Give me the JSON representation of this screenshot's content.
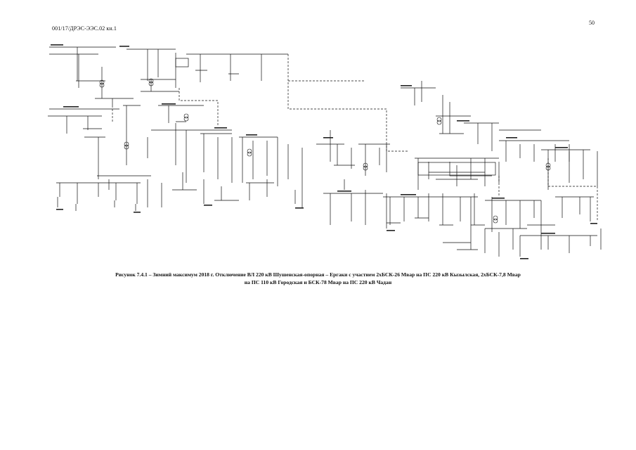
{
  "header": {
    "doc_code": "001/17/ДРЭС-ЭЭС.02  кн.1",
    "page_number": "50"
  },
  "figure": {
    "caption_line1": "Рисунок 7.4.1 – Зимний максимум 2018 г. Отключение ВЛ 220 кВ Шушенская-опорная – Ергаки с участием 2хБСК-26 Мвар на ПС 220 кВ Кызылская, 2хБСК-7,8 Мвар",
    "caption_line2": "на ПС 110 кВ Городская и БСК-78 Мвар на ПС 220 кВ Чадан"
  },
  "colors": {
    "ink": "#111111",
    "paper": "#ffffff"
  }
}
